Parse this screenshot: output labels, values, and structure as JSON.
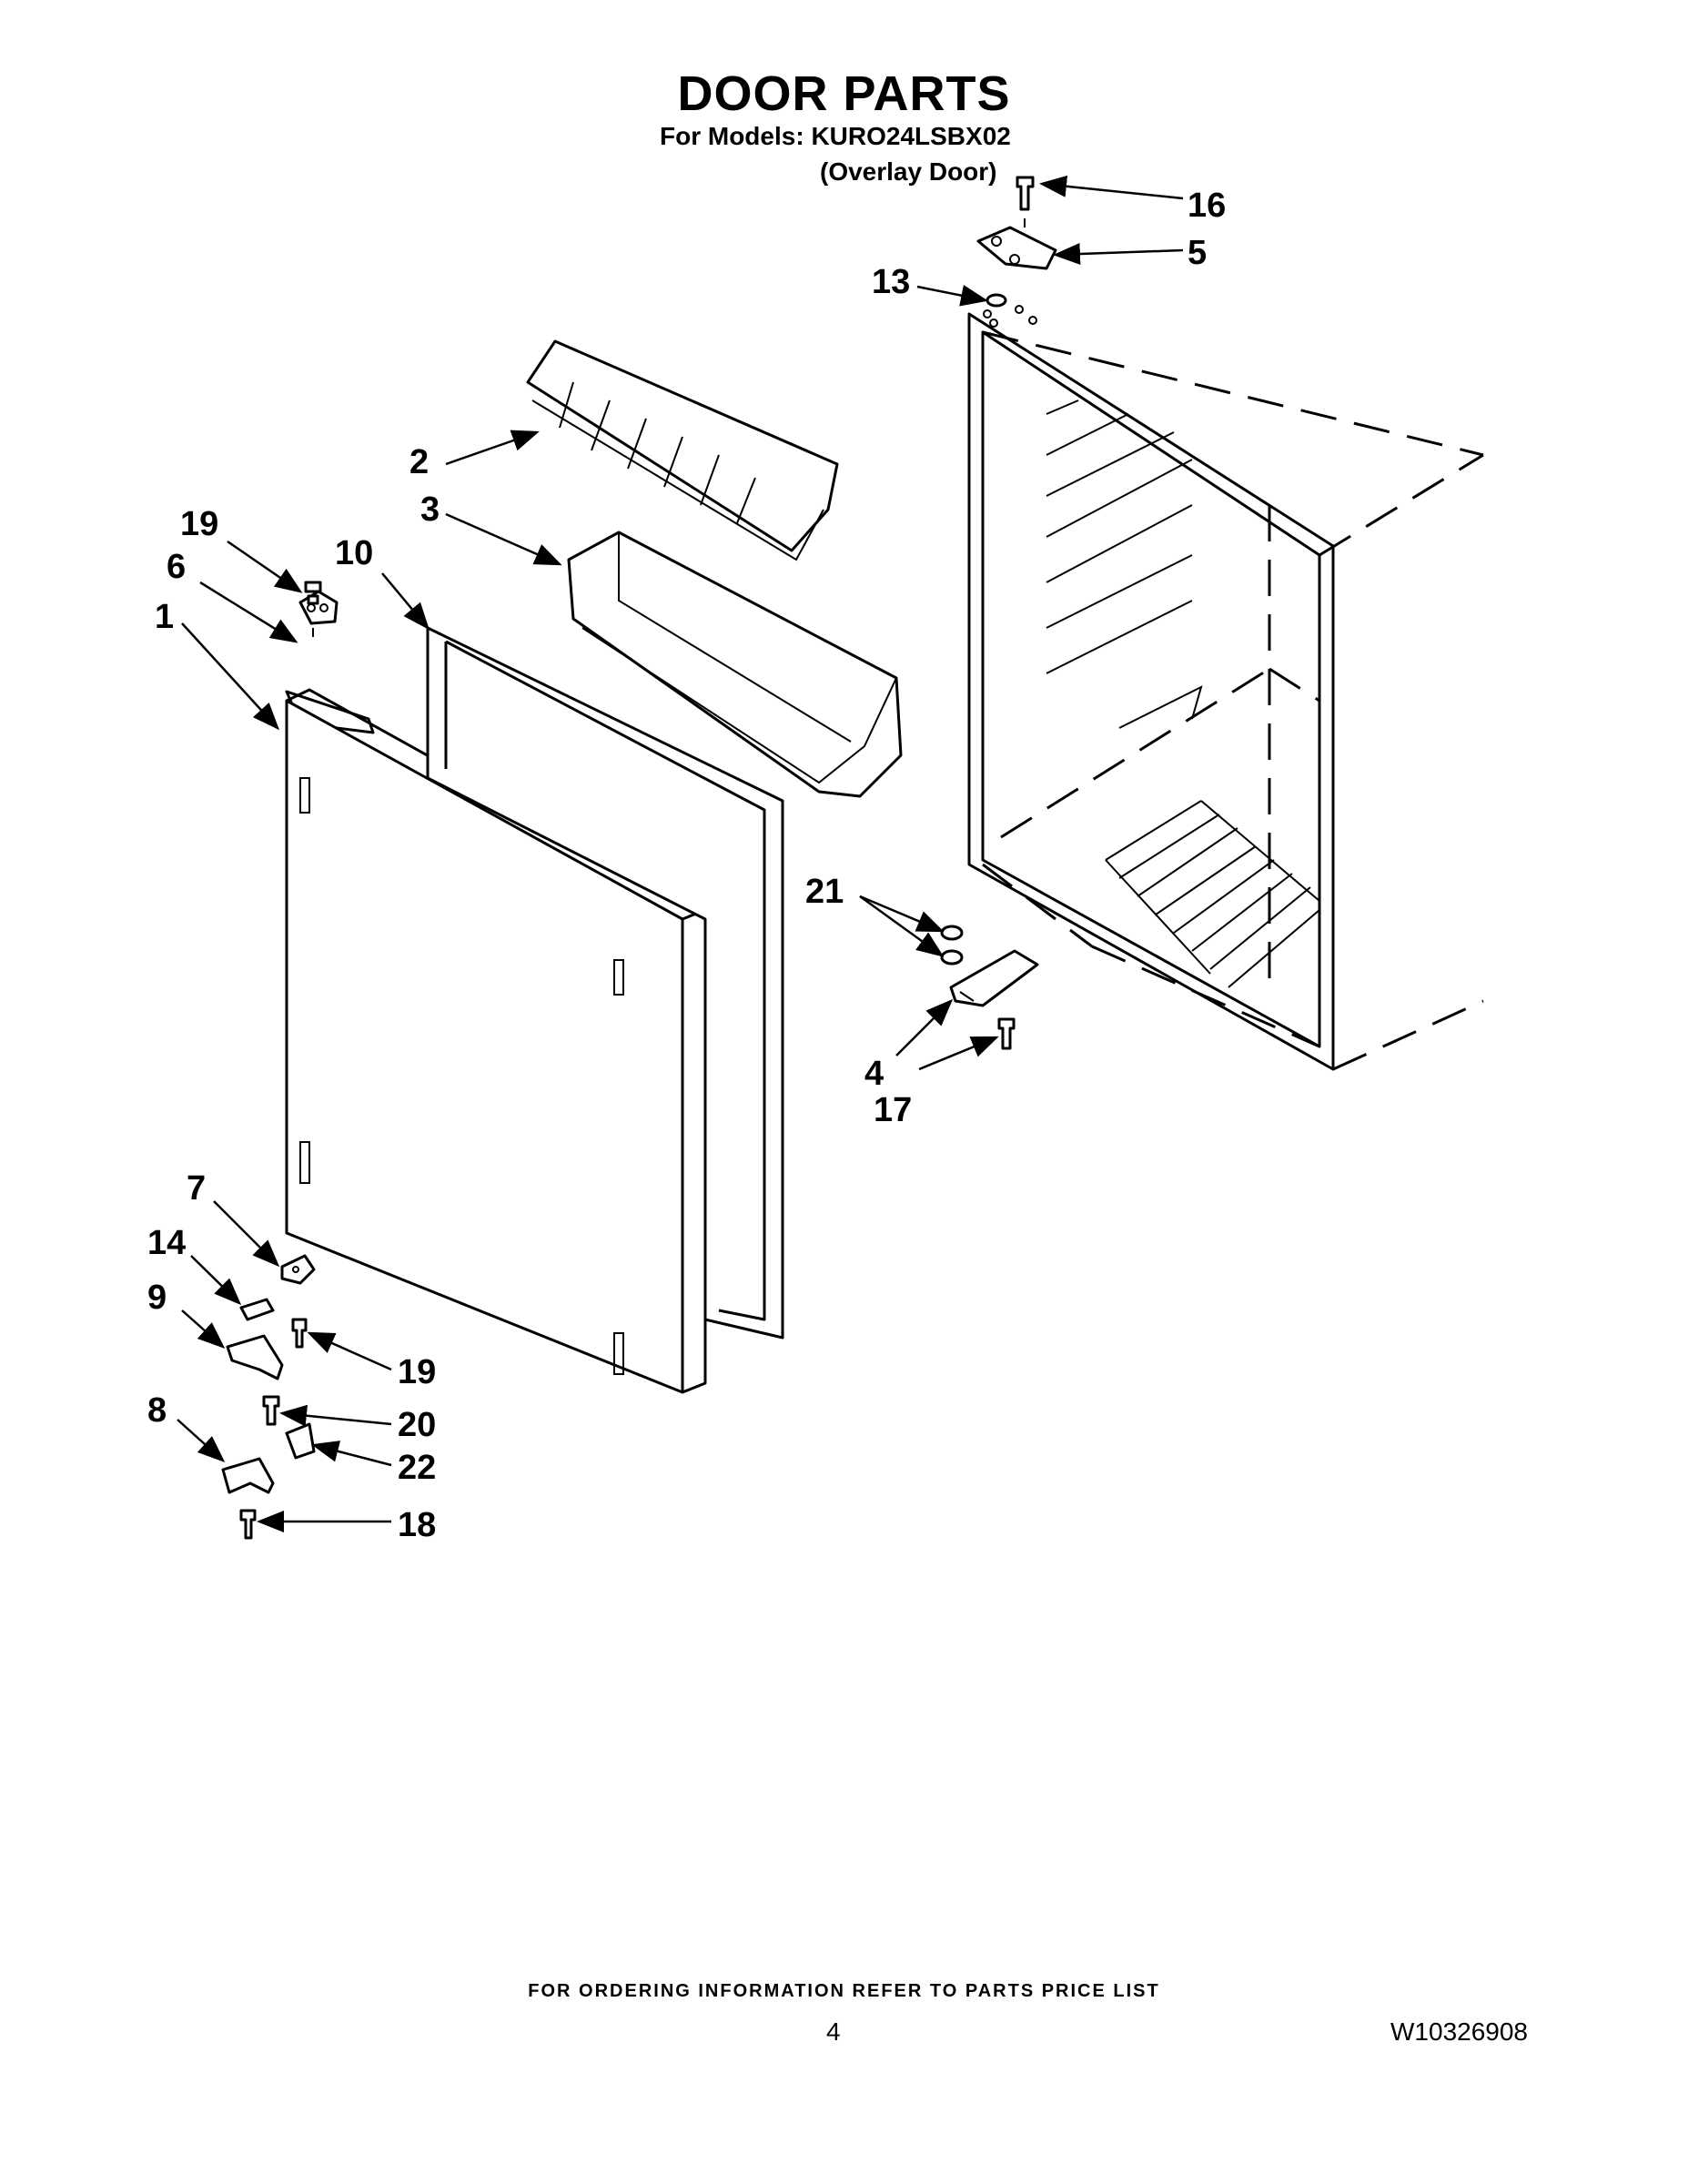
{
  "header": {
    "title": "DOOR PARTS",
    "models": "For Models: KURO24LSBX02",
    "variant": "(Overlay Door)"
  },
  "callouts": {
    "c1": "1",
    "c2": "2",
    "c3": "3",
    "c4": "4",
    "c5": "5",
    "c6": "6",
    "c7": "7",
    "c8": "8",
    "c9": "9",
    "c10": "10",
    "c13": "13",
    "c14": "14",
    "c16": "16",
    "c17": "17",
    "c18": "18",
    "c19a": "19",
    "c19b": "19",
    "c20": "20",
    "c21": "21",
    "c22": "22"
  },
  "footer": {
    "note": "FOR ORDERING INFORMATION REFER TO PARTS PRICE LIST",
    "page": "4",
    "doc_number": "W10326908"
  }
}
